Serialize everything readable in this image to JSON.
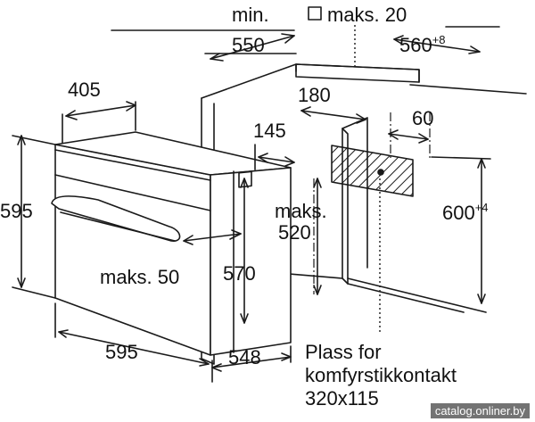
{
  "labels": {
    "min": "min.",
    "d550": "550",
    "maks20": "maks. 20",
    "d560": "560",
    "d560_tol": "+8",
    "d405": "405",
    "d180": "180",
    "d145": "145",
    "d60": "60",
    "d595_h": "595",
    "maks520_a": "maks.",
    "maks520_b": "520",
    "d600": "600",
    "d600_tol": "+4",
    "maks50": "maks. 50",
    "d570": "570",
    "d595_w": "595",
    "d548": "548",
    "note_line1": "Plass for",
    "note_line2": "komfyrstikkontakt",
    "note_line3": "320x115"
  },
  "watermark": "catalog.onliner.by",
  "colors": {
    "line": "#1a1a1a",
    "hatch": "#1a1a1a",
    "background": "#ffffff"
  }
}
